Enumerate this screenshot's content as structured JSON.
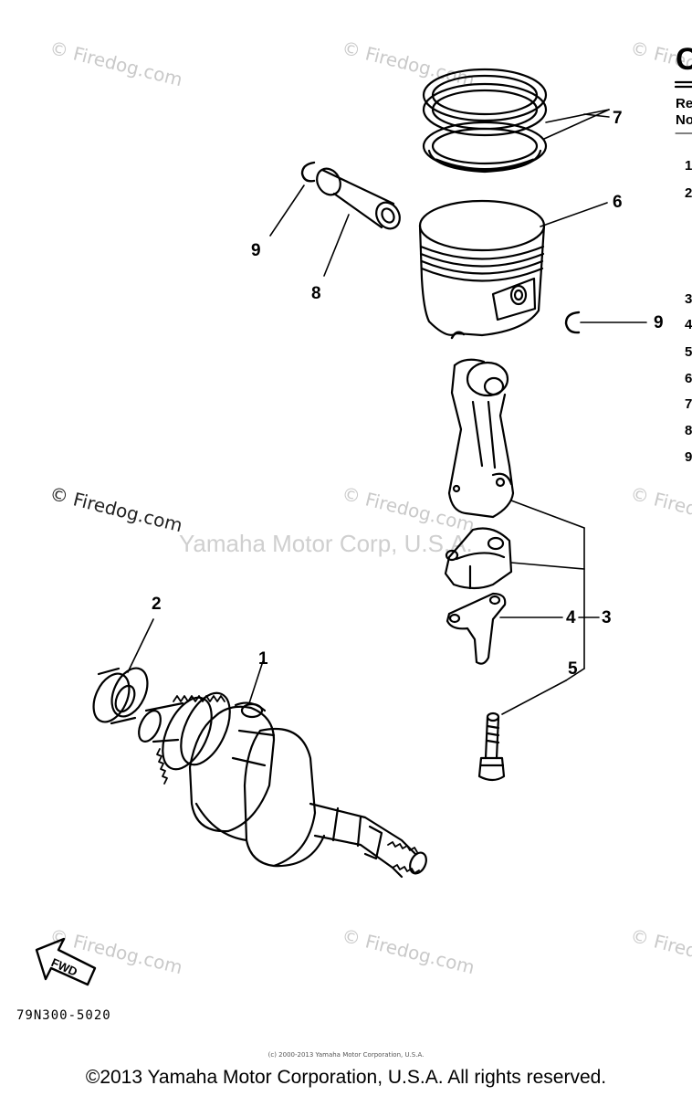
{
  "header": {
    "title_partial": "C",
    "col1_line1": "Re",
    "col1_line2": "No",
    "ref_numbers": [
      "1",
      "2",
      "3",
      "4",
      "5",
      "6",
      "7",
      "8",
      "9"
    ]
  },
  "watermarks": {
    "firedog": "© Firedog.com",
    "corp": "Yamaha Motor Corp, U.S.A."
  },
  "callouts": {
    "c1": "1",
    "c2": "2",
    "c3": "3",
    "c4": "4",
    "c5": "5",
    "c6": "6",
    "c7": "7",
    "c8": "8",
    "c9a": "9",
    "c9b": "9"
  },
  "fwd_label": "FWD",
  "part_code": "79N300-5020",
  "fine_print": "(c) 2000-2013 Yamaha Motor Corporation, U.S.A.",
  "copyright": "©2013 Yamaha Motor Corporation, U.S.A. All rights reserved."
}
